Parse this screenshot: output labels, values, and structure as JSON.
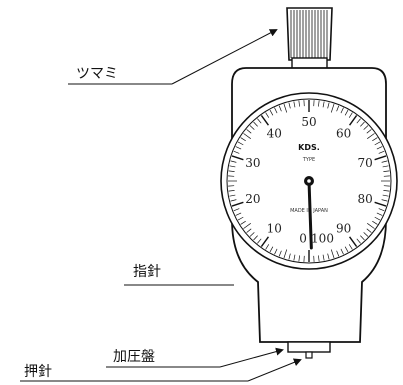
{
  "labels": {
    "knob": "ツマミ",
    "pointer": "指針",
    "presser_foot": "加圧盤",
    "indenter": "押針"
  },
  "dial": {
    "brand": "KDS.",
    "type_text": "TYPE",
    "maker_text": "MADE IN JAPAN",
    "scale_min": 0,
    "scale_max": 100,
    "numbers": [
      "0",
      "10",
      "20",
      "30",
      "40",
      "50",
      "60",
      "70",
      "80",
      "90",
      "100"
    ],
    "needle_value": 0
  },
  "colors": {
    "ink": "#111111",
    "body_fill": "#ffffff"
  }
}
